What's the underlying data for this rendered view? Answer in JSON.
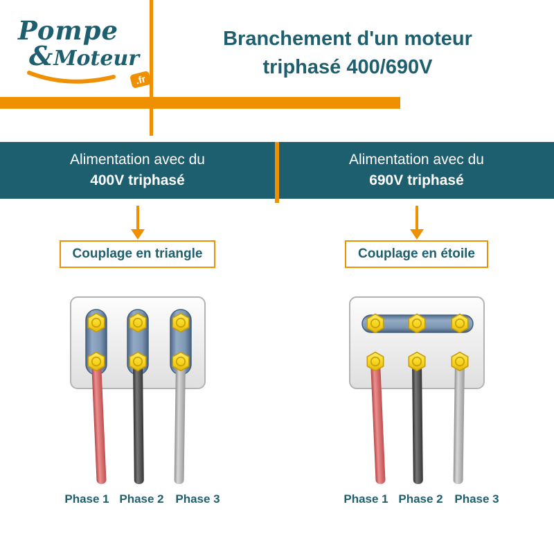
{
  "logo": {
    "word1": "Pompe",
    "ampersand": "&",
    "word2": "Moteur",
    "tld": ".fr"
  },
  "header": {
    "title_line1": "Branchement d'un moteur",
    "title_line2": "triphasé 400/690V"
  },
  "columns": [
    {
      "supply_line1": "Alimentation avec du",
      "supply_line2": "400V triphasé",
      "coupling_label": "Couplage en triangle",
      "coupling_type": "triangle",
      "phase_labels": [
        "Phase 1",
        "Phase 2",
        "Phase 3"
      ]
    },
    {
      "supply_line1": "Alimentation avec du",
      "supply_line2": "690V triphasé",
      "coupling_label": "Couplage en étoile",
      "coupling_type": "etoile",
      "phase_labels": [
        "Phase 1",
        "Phase 2",
        "Phase 3"
      ]
    }
  ],
  "colors": {
    "teal": "#1d5f6e",
    "orange": "#ef9003",
    "wire_red": "#d96a6a",
    "wire_dark": "#4a4a4a",
    "wire_light": "#b9b9b9",
    "nut_yellow": "#f5d51f",
    "bar_steel": "#6f8cab",
    "block_gray": "#ececec"
  }
}
